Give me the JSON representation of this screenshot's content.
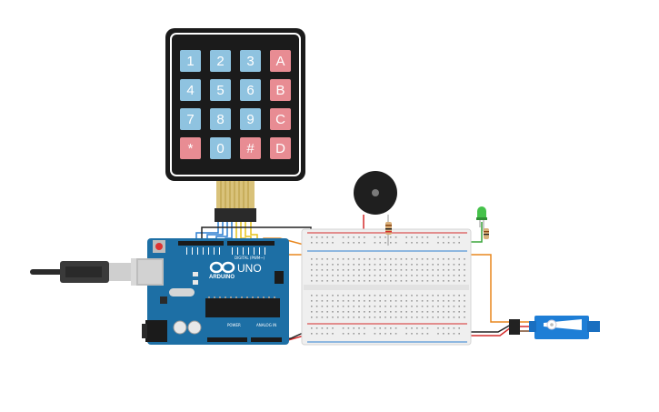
{
  "keypad": {
    "keys": [
      "1",
      "2",
      "3",
      "A",
      "4",
      "5",
      "6",
      "B",
      "7",
      "8",
      "9",
      "C",
      "*",
      "0",
      "#",
      "D"
    ],
    "colors": {
      "numeric": "#8fc3e0",
      "letter": "#e88c93",
      "body": "#1b1b1b"
    }
  },
  "arduino": {
    "model_label": "UNO",
    "brand_label": "ARDUINO",
    "digital_label": "DIGITAL (PWM~)",
    "power_label": "POWER",
    "analog_label": "ANALOG IN",
    "board_color": "#1d6fa5"
  },
  "wires": {
    "orange": "#e8871e",
    "red": "#d42b2b",
    "black": "#222222",
    "green": "#3aa53a",
    "blue": "#2d7fd1",
    "yellow": "#e6c21a"
  },
  "servo": {
    "color": "#1e7ed6"
  }
}
